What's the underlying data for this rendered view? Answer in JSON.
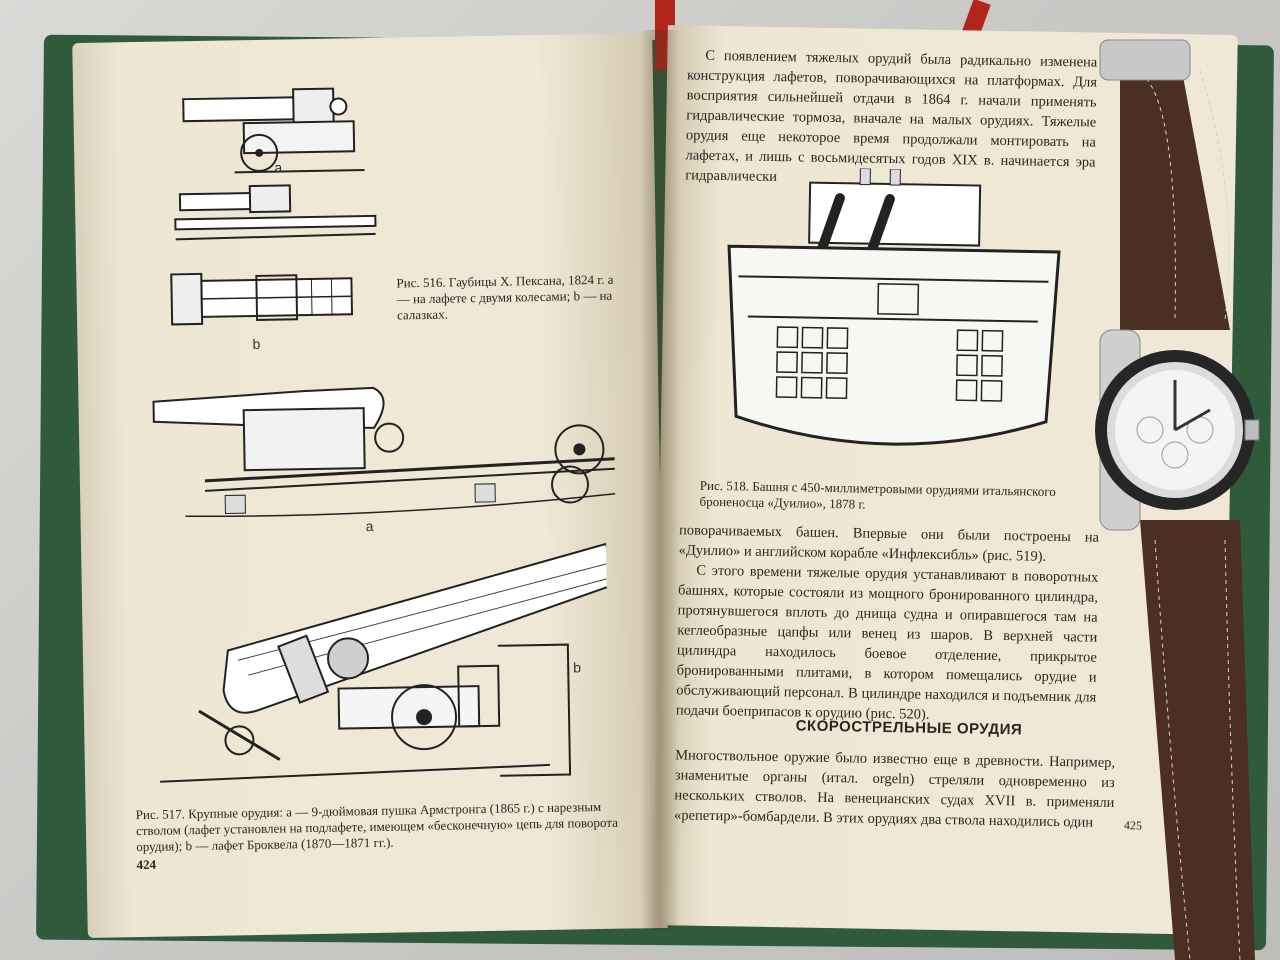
{
  "left_page": {
    "letter_a1": "a",
    "letter_b1": "b",
    "letter_a2": "a",
    "letter_b2": "b",
    "fig516_caption": "Рис. 516. Гаубицы Х. Пексана, 1824 г. а — на лафете с двумя колесами; b — на салазках.",
    "fig517_caption": "Рис. 517. Крупные орудия: а — 9-дюймовая пушка Армстронга (1865 г.) с нарезным стволом (лафет установлен на подлафете, имеющем «бесконечную» цепь для поворота орудия); b — лафет Броквела (1870—1871 гг.).",
    "page_number": "424"
  },
  "right_page": {
    "top_paragraph": "С появлением тяжелых орудий была радикально изменена конструкция лафетов, поворачивающихся на платформах. Для восприятия сильнейшей отдачи в 1864 г. начали применять гидравлические тормоза, вначале на малых орудиях. Тяжелые орудия еще некоторое время продолжали монтировать на лафетах, и лишь с восьмидесятых годов XIX в. начинается эра гидравлически",
    "fig518_caption": "Рис. 518. Башня с 450-миллиметровыми орудиями итальянского броненосца «Дуилио», 1878 г.",
    "middle_paragraph_1": "поворачиваемых башен. Впервые они были построены на «Дуилио» и английском корабле «Инфлексибль» (рис. 519).",
    "middle_paragraph_2": "С этого времени тяжелые орудия устанавливают в поворотных башнях, которые состояли из мощного бронированного цилиндра, протянувшегося вплоть до днища судна и опиравшегося там на кеглеобразные цапфы или венец из шаров. В верхней части цилиндра находилось боевое отделение, прикрытое бронированными плитами, в котором помещались орудие и обслуживающий персонал. В цилиндре находился и подъемник для подачи боеприпасов к орудию (рис. 520).",
    "section_heading": "СКОРОСТРЕЛЬНЫЕ ОРУДИЯ",
    "bottom_paragraph": "Многоствольное оружие было известно еще в древности. Например, знаменитые органы (итал. orgeln) стреляли одновременно из нескольких стволов. На венецианских судах XVII в. применяли «репетир»-бомбардели. В этих орудиях два ствола находились один",
    "page_number": "425"
  },
  "colors": {
    "page": "#ece5d2",
    "ink": "#2b2620",
    "cover": "#2f5a3c",
    "ribbon": "#b3241d",
    "strap": "#4a2f22",
    "watch_dial": "#f4f4f2"
  }
}
